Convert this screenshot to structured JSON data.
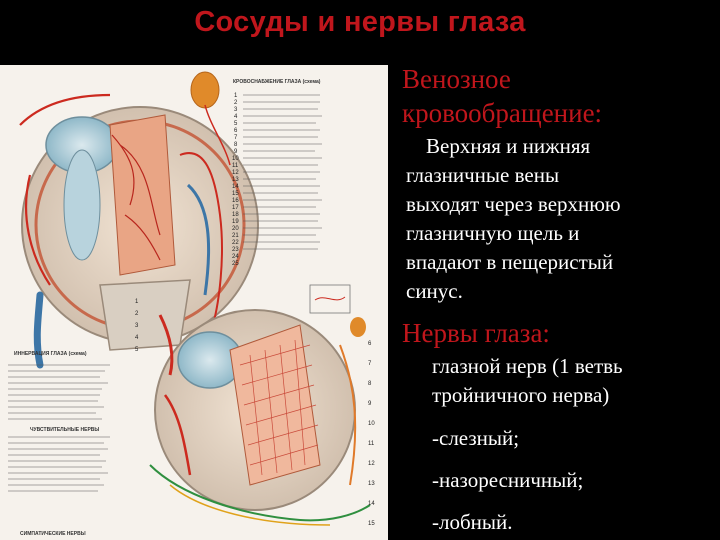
{
  "slide": {
    "title": "Сосуды и нервы глаза"
  },
  "figure": {
    "top_caption": "КРОВОСНАБЖЕНИЕ ГЛАЗА (схема)",
    "bottom_caption": "ИННЕРВАЦИЯ ГЛАЗА (схема)",
    "sub_caption": "ЧУВСТВИТЕЛЬНЫЕ НЕРВЫ",
    "bottom_footer": "СИМПАТИЧЕСКИЕ НЕРВЫ",
    "top_numbers": [
      "1",
      "2",
      "3",
      "4",
      "5",
      "6",
      "7",
      "8",
      "9",
      "10",
      "11",
      "12",
      "13",
      "14",
      "15",
      "16",
      "17",
      "18",
      "19",
      "20",
      "21",
      "22",
      "23",
      "24",
      "25"
    ],
    "bottom_numbers": [
      "1",
      "2",
      "3",
      "4",
      "5",
      "6",
      "7",
      "8",
      "9",
      "10",
      "11",
      "12",
      "13",
      "14",
      "15"
    ]
  },
  "content": {
    "heading1": "Венозное кровообращение:",
    "para1_first": "Верхняя и нижняя",
    "para1_lines": [
      "глазничные вены",
      "выходят через верхнюю",
      "глазничную щель и",
      "впадают в пещеристый",
      "синус."
    ],
    "heading2": "Нервы глаза:",
    "para2_first": "глазной нерв (1 ветвь",
    "para2_second": "тройничного нерва)",
    "items": [
      "-слезный;",
      "-назоресничный;",
      "-лобный."
    ]
  },
  "colors": {
    "title": "#c0161c",
    "heading": "#c0161c",
    "text": "#ffffff",
    "background": "#000000"
  }
}
